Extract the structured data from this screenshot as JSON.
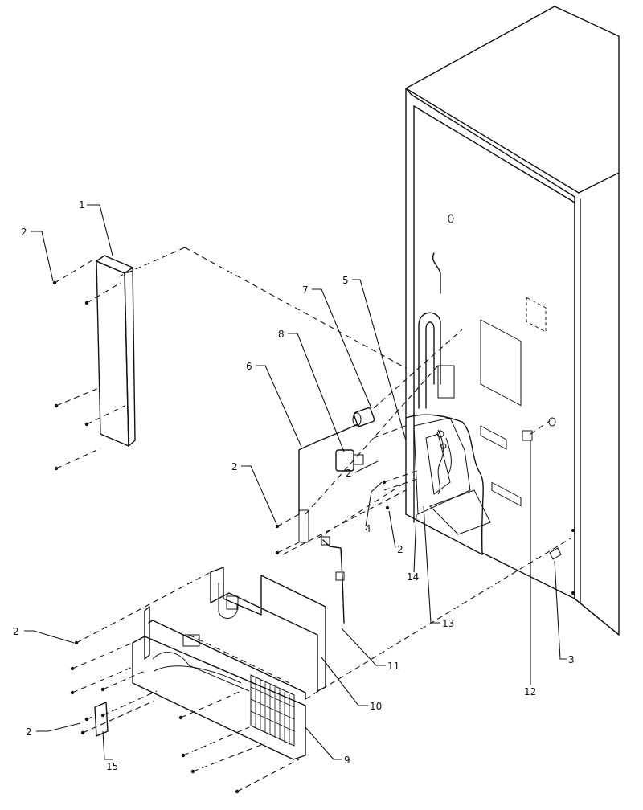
{
  "diagram": {
    "callouts": {
      "c1": "1",
      "c2a": "2",
      "c2b": "2",
      "c2c": "2",
      "c2d": "2",
      "c2e": "2",
      "c2f": "2",
      "c3": "3",
      "c4": "4",
      "c5": "5",
      "c6": "6",
      "c7": "7",
      "c8": "8",
      "c9": "9",
      "c10": "10",
      "c11": "11",
      "c12": "12",
      "c13": "13",
      "c14": "14",
      "c15": "15"
    }
  }
}
